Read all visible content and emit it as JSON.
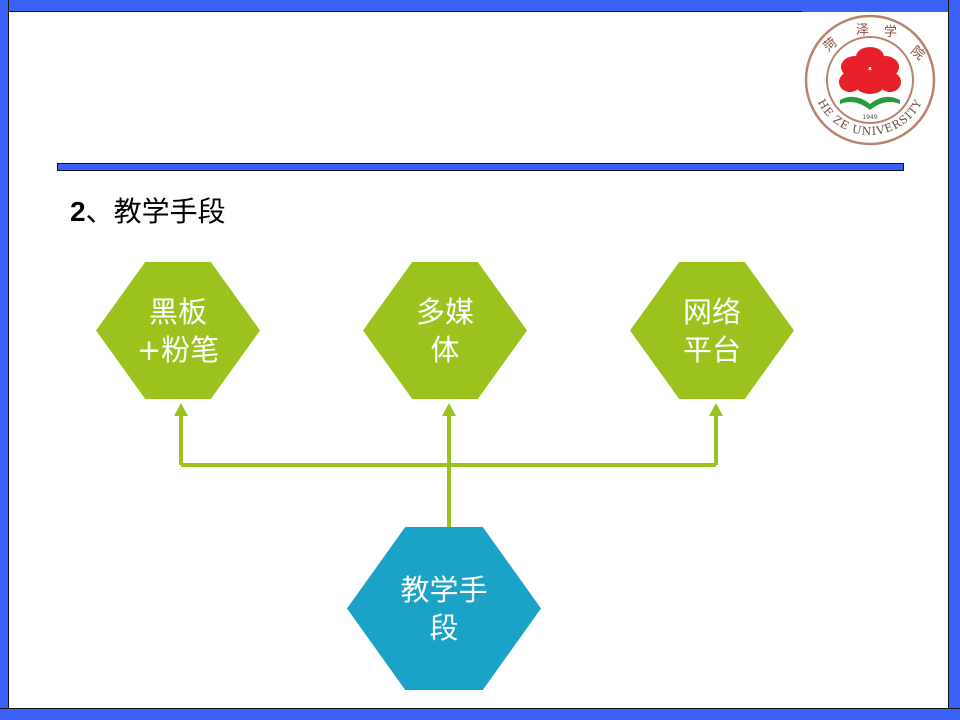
{
  "slide": {
    "heading_number": "2",
    "heading_text": "、教学手段"
  },
  "diagram": {
    "root": {
      "label": "教学手段"
    },
    "children": [
      {
        "label": "黑板+粉笔"
      },
      {
        "label": "多媒体"
      },
      {
        "label": "网络平台"
      }
    ]
  },
  "logo": {
    "top_text": "菏泽学院",
    "bottom_text": "HE ZE UNIVERSITY",
    "year": "1949"
  },
  "colors": {
    "frame": "#3a62fb",
    "child_fill": "#9cc31d",
    "root_fill": "#1aa3c6",
    "connector": "#9cc31d"
  }
}
